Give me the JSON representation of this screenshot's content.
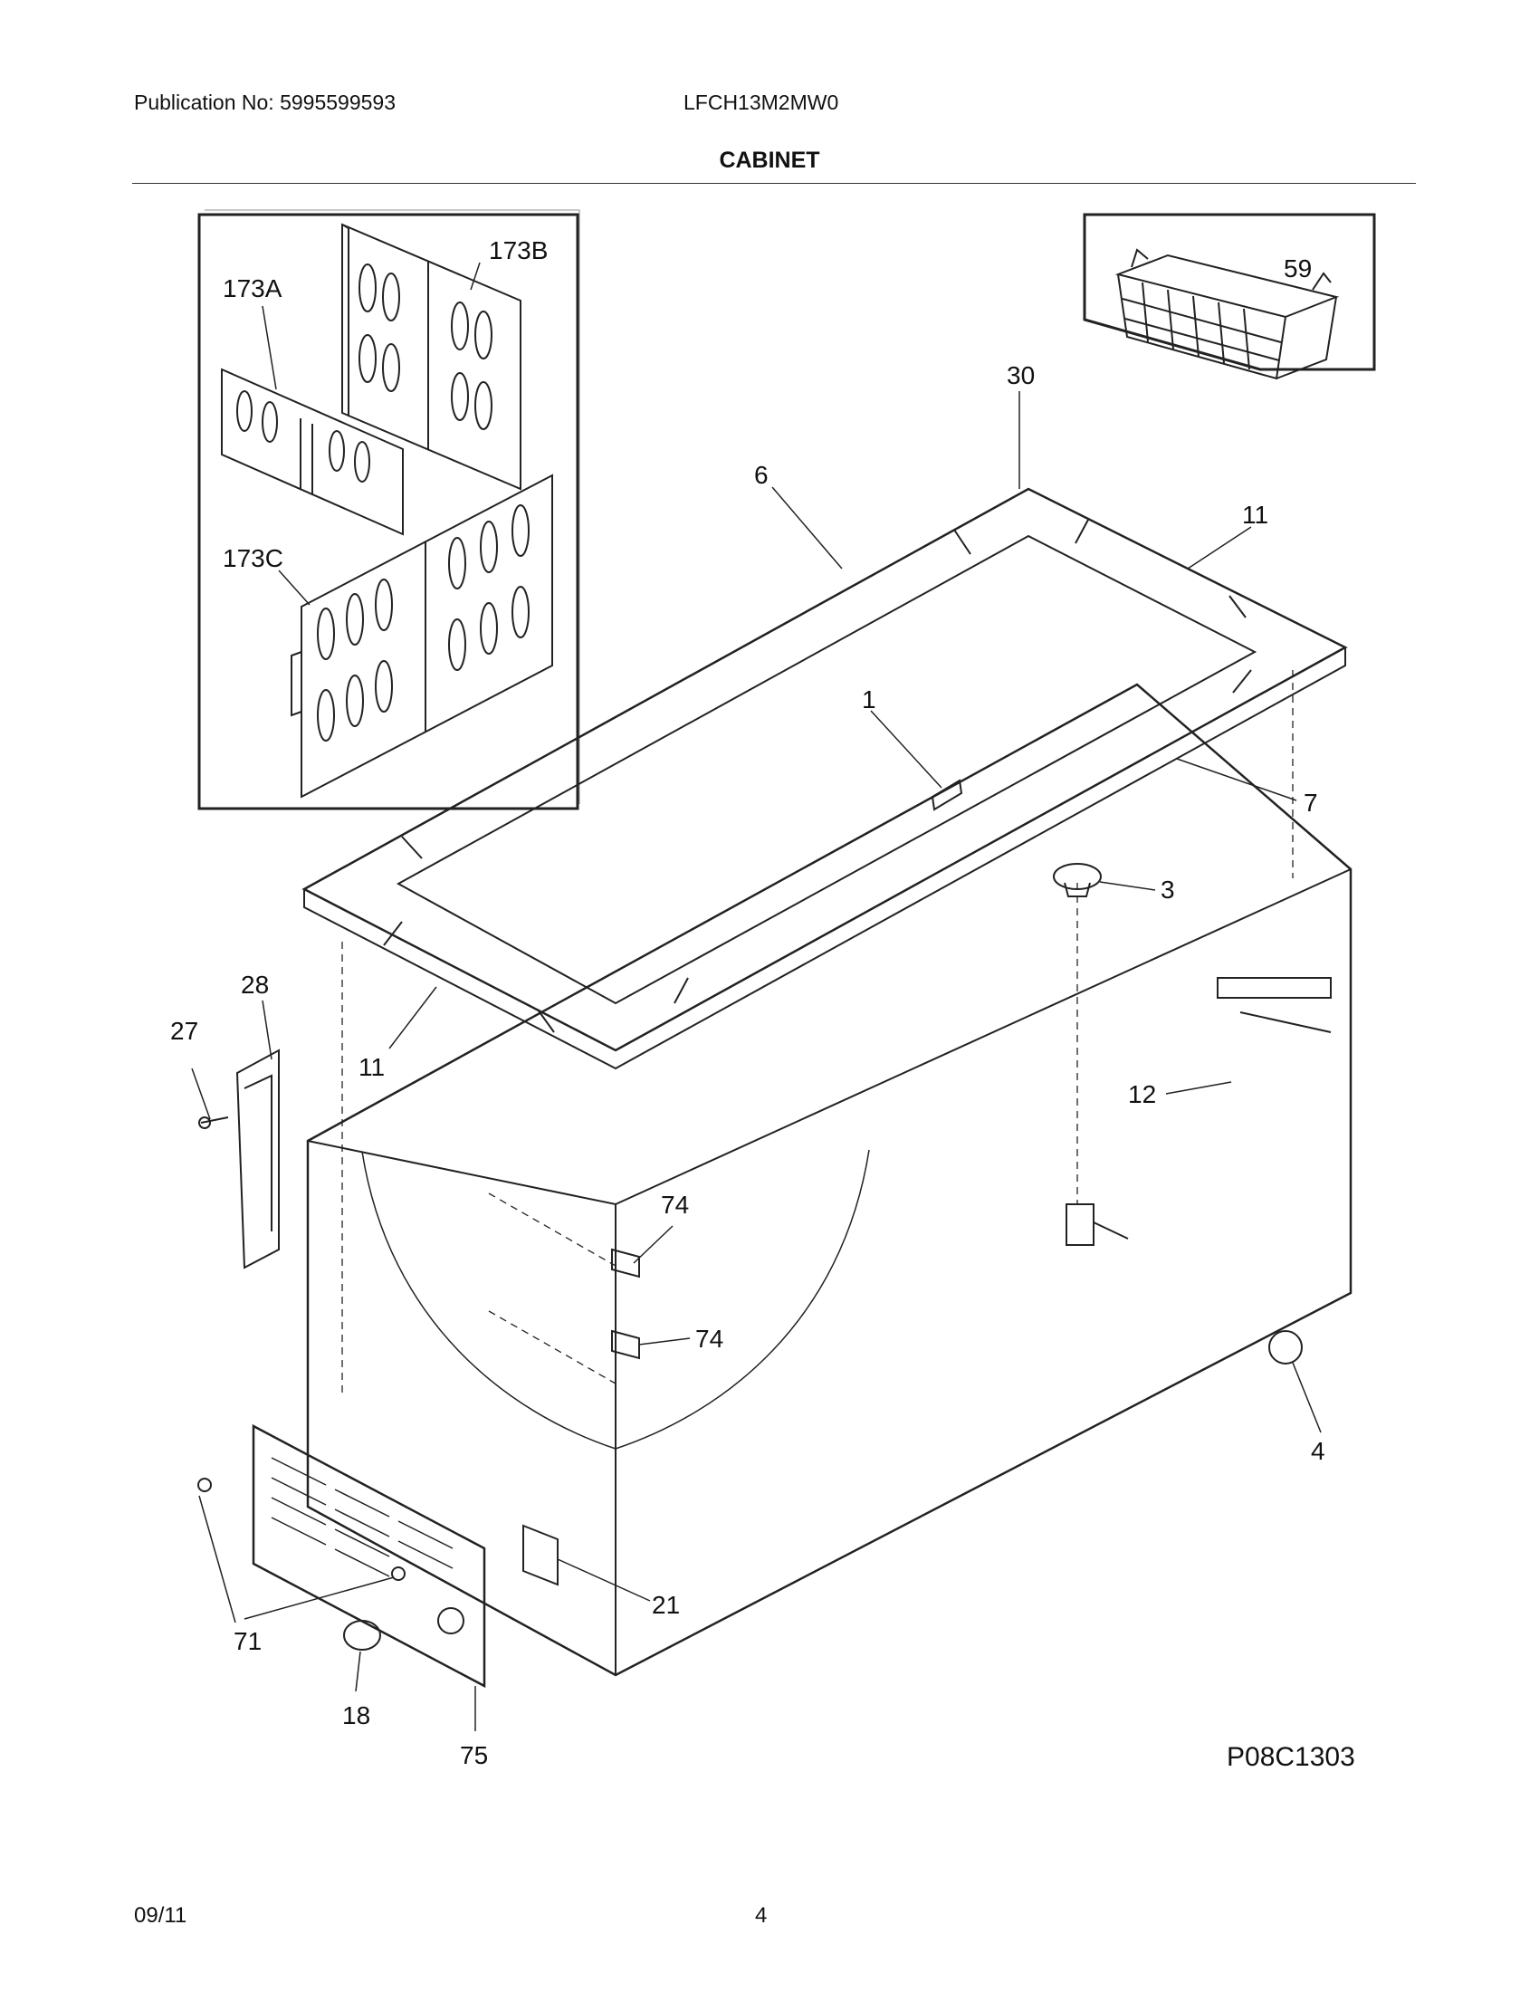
{
  "header": {
    "publication": "Publication No: 5995599593",
    "model": "LFCH13M2MW0",
    "section_title": "CABINET"
  },
  "callouts": {
    "c173A": "173A",
    "c173B": "173B",
    "c173C": "173C",
    "c59": "59",
    "c30": "30",
    "c6": "6",
    "c11_top": "11",
    "c1": "1",
    "c7": "7",
    "c3": "3",
    "c28": "28",
    "c27": "27",
    "c11_left": "11",
    "c12": "12",
    "c74_upper": "74",
    "c74_lower": "74",
    "c4": "4",
    "c21": "21",
    "c71": "71",
    "c18": "18",
    "c75": "75"
  },
  "figure_id": "P08C1303",
  "footer": {
    "date": "09/11",
    "page_number": "4"
  }
}
